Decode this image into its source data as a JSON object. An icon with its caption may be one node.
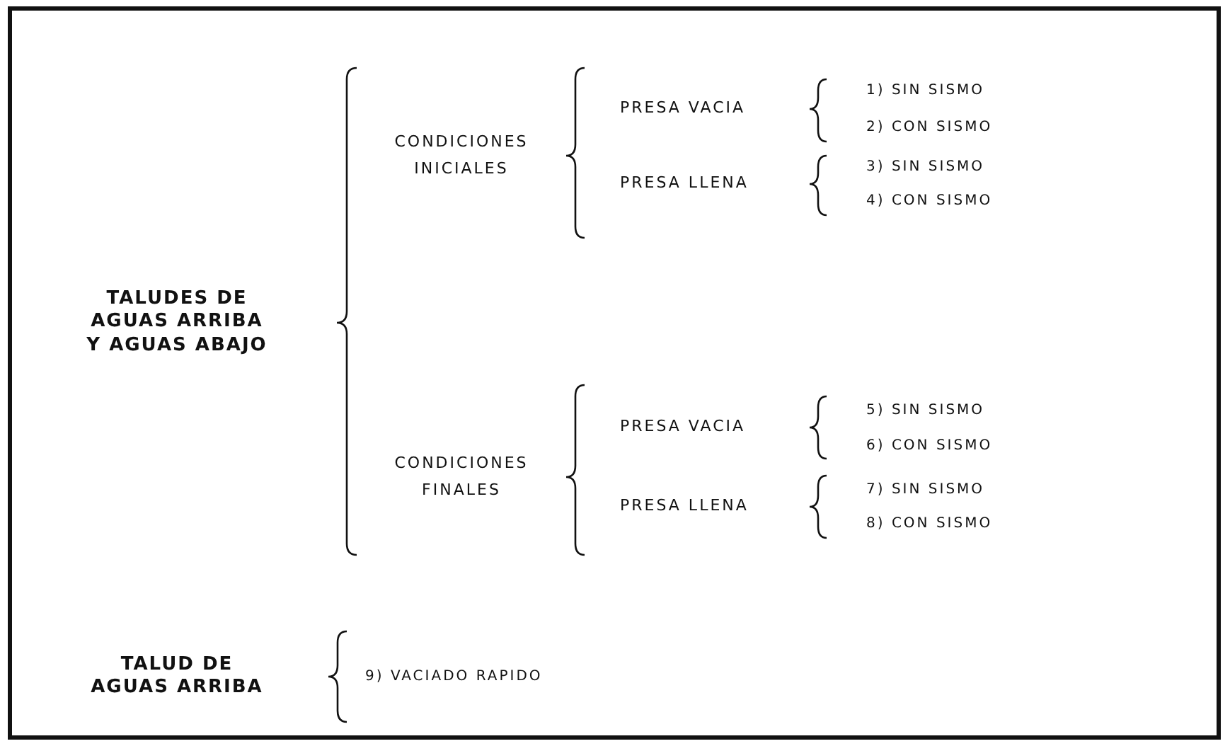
{
  "diagram": {
    "labels": [
      "TALUDES DE AGUAS ARRIBA Y AGUAS ABAJO",
      "CONDICIONES INICIALES",
      "PRESA VACIA",
      "1) SIN SISMO",
      "2) CON SISMO",
      "PRESA LLENA",
      "3) SIN SISMO",
      "4) CON SISMO",
      "CONDICIONES FINALES",
      "PRESA VACIA",
      "5) SIN SISMO",
      "6) CON SISMO",
      "PRESA LLENA",
      "7) SIN SISMO",
      "8) CON SISMO",
      "TALUD DE AGUAS ARRIBA",
      "9) VACIADO RAPIDO"
    ]
  }
}
